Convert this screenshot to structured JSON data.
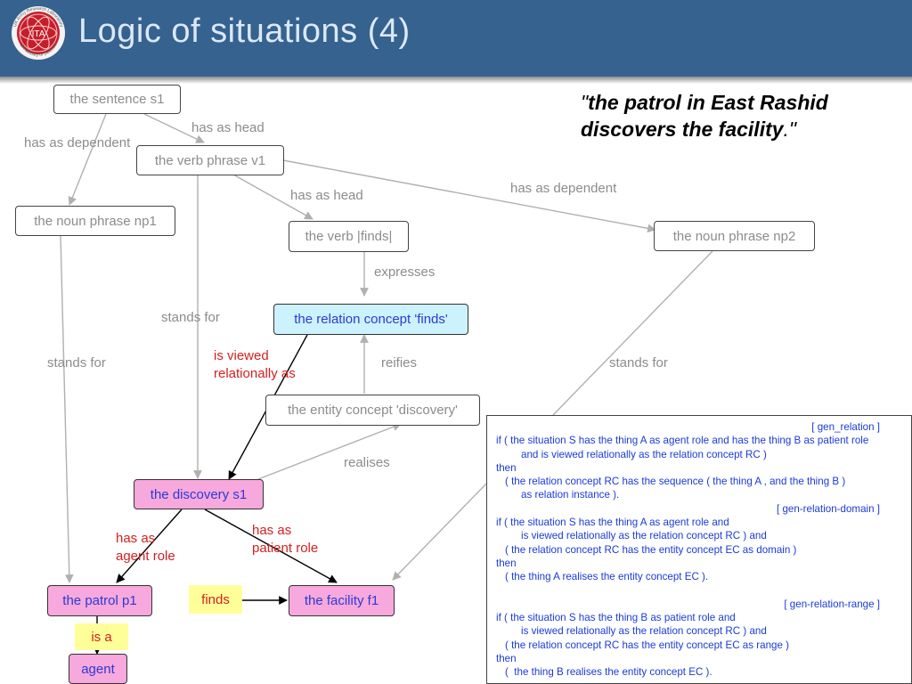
{
  "title": "Logic of situations (4)",
  "quote": {
    "open": "\"",
    "text": "the patrol in East Rashid discovers the facility",
    "close": ".\""
  },
  "logo": {
    "top_text": "UK Army Research Laboratory",
    "center_text": "ITA",
    "bottom_text": "UK Ministry of Defence"
  },
  "nodes": {
    "sentence_s1": "the sentence s1",
    "verb_phrase_v1": "the verb phrase v1",
    "noun_phrase_np1": "the noun phrase np1",
    "verb_finds": "the verb |finds|",
    "noun_phrase_np2": "the noun phrase np2",
    "relation_concept_finds": "the relation concept 'finds'",
    "entity_concept_discovery": "the entity concept 'discovery'",
    "discovery_s1": "the discovery s1",
    "patrol_p1": "the patrol p1",
    "facility_f1": "the facility f1",
    "agent": "agent"
  },
  "tags": {
    "finds": "finds",
    "is_a": "is a"
  },
  "edge_labels": {
    "has_as_head_1": "has as head",
    "has_as_dependent_1": "has as dependent",
    "has_as_head_2": "has as head",
    "has_as_dependent_2": "has as dependent",
    "expresses": "expresses",
    "stands_for_1": "stands for",
    "stands_for_2": "stands for",
    "stands_for_3": "stands for",
    "is_viewed_1": "is viewed",
    "is_viewed_2": "relationally as",
    "reifies": "reifies",
    "realises": "realises",
    "has_as_agent_1": "has as",
    "has_as_agent_2": "agent role",
    "has_as_patient_1": "has as",
    "has_as_patient_2": "patient role"
  },
  "rules": [
    "[ gen_relation ]",
    "if ( the situation S has the thing A as agent role and has the thing B as patient role",
    "and is viewed relationally as the relation concept RC )",
    "then",
    "( the relation concept RC has the sequence ( the thing A , and the thing B )",
    "as relation instance ).",
    "[ gen-relation-domain ]",
    "if ( the situation S has the thing A as agent role and",
    "is viewed relationally as the relation concept RC ) and",
    "( the relation concept RC has the entity concept EC as domain )",
    "then",
    "( the thing A realises the entity concept EC ).",
    "[ gen-relation-range ]",
    "if ( the situation S has the thing B as patient role and",
    "is viewed relationally as the relation concept RC ) and",
    "( the relation concept RC has the entity concept EC as range )",
    "then",
    "(  the thing B realises the entity concept EC )."
  ],
  "colors": {
    "header": "#36628f",
    "title": "#dbe8f6",
    "pink_node": "#f7a8dc",
    "cyan_node": "#ccf3fd",
    "tag": "#ffff99",
    "red_text": "#d42020",
    "blue_text": "#2b3ad6",
    "grey_text": "#8c8c8c",
    "grey_edge": "#b0b0b0"
  }
}
